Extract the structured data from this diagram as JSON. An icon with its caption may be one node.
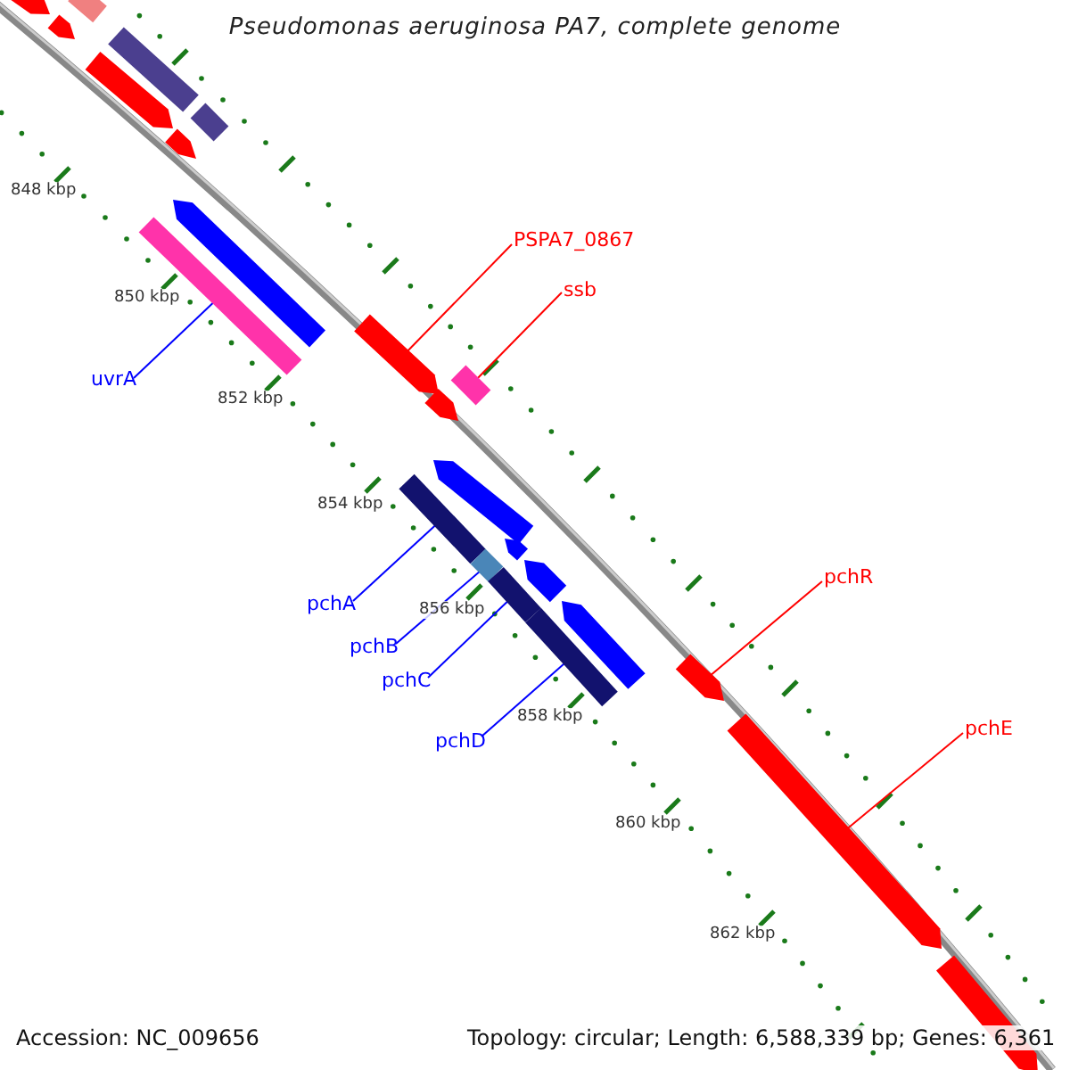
{
  "diagram": {
    "title": "Pseudomonas aeruginosa PA7, complete genome",
    "nodes": [
      {
        "text": [
          "PSPA7_0867"
        ]
      },
      {
        "text": [
          "ssb"
        ]
      },
      {
        "text": [
          "uvrA"
        ]
      },
      {
        "text": [
          "pchA"
        ]
      },
      {
        "text": [
          "pchB"
        ]
      },
      {
        "text": [
          "pchC"
        ]
      },
      {
        "text": [
          "pchD"
        ]
      },
      {
        "text": [
          "pchR"
        ]
      },
      {
        "text": [
          "pchE"
        ]
      },
      {
        "text": [],
        "shape": "bar"
      },
      {
        "text": [],
        "shape": "bar"
      },
      {
        "text": [],
        "shape": "bar"
      },
      {
        "text": [],
        "shape": "bar"
      },
      {
        "text": [],
        "shape": "bar"
      },
      {
        "text": [],
        "shape": "bar"
      },
      {
        "text": [],
        "shape": "bar"
      },
      {
        "text": [],
        "shape": "bar"
      },
      {
        "text": [],
        "shape": "bar"
      },
      {
        "text": [],
        "shape": "bar"
      },
      {
        "text": [],
        "shape": "bar"
      },
      {
        "text": [],
        "shape": "bar"
      },
      {
        "text": [],
        "shape": "bar"
      },
      {
        "text": [],
        "shape": "bar"
      },
      {
        "text": [],
        "shape": "bar"
      },
      {
        "text": [],
        "shape": "bar"
      },
      {
        "text": [],
        "shape": "bar"
      },
      {
        "text": [],
        "shape": "bar"
      },
      {
        "text": [],
        "shape": "bar"
      },
      {
        "text": [],
        "shape": "bar"
      },
      {
        "text": [],
        "shape": "bar"
      },
      {
        "text": [],
        "shape": "bar"
      },
      {
        "text": [],
        "shape": "bar"
      }
    ],
    "edges": [
      {
        "from": 0,
        "to": 18,
        "arrow": "none",
        "color": "#ff0000"
      },
      {
        "from": 1,
        "to": 19,
        "arrow": "none",
        "color": "#ff0000"
      },
      {
        "from": 2,
        "to": 17,
        "arrow": "none"
      },
      {
        "from": 3,
        "to": 22,
        "arrow": "none"
      },
      {
        "from": 4,
        "to": 24,
        "arrow": "none"
      },
      {
        "from": 5,
        "to": 26,
        "arrow": "none"
      },
      {
        "from": 6,
        "to": 28,
        "arrow": "none"
      },
      {
        "from": 7,
        "to": 29,
        "arrow": "none",
        "color": "#ff0000"
      },
      {
        "from": 8,
        "to": 30,
        "arrow": "none",
        "color": "#ff0000"
      }
    ],
    "labels": [
      "848 kbp",
      "850 kbp",
      "852 kbp",
      "854 kbp",
      "856 kbp",
      "858 kbp",
      "860 kbp",
      "862 kbp",
      "Accession: NC_009656",
      "Topology: circular; Length: 6,588,339 bp; Genes: 6,361"
    ]
  }
}
